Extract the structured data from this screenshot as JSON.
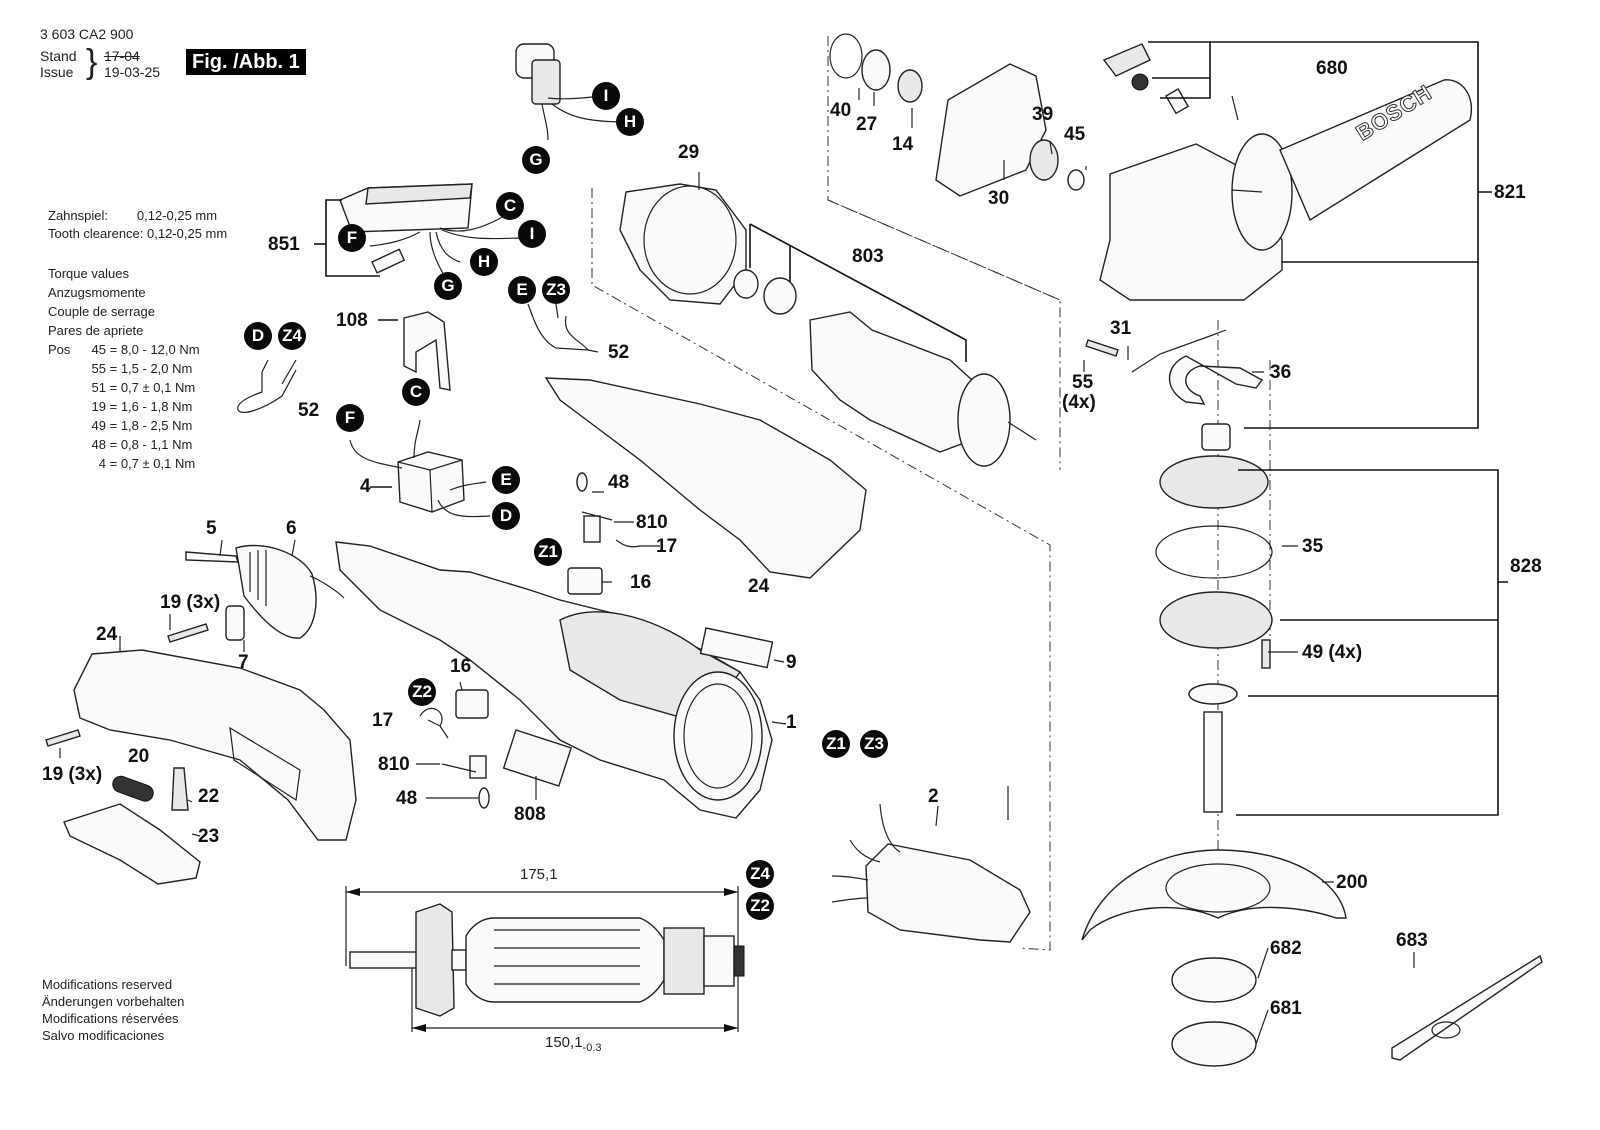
{
  "header": {
    "doc_number": "3 603 CA2 900",
    "stand_label": "Stand",
    "issue_label": "Issue",
    "stand_old_date": "17-04",
    "issue_date": "19-03-25",
    "figure_label": "Fig. /Abb. 1"
  },
  "notes": {
    "tooth_clearance_de": "Zahnspiel:        0,12-0,25 mm",
    "tooth_clearance_en": "Tooth clearence: 0,12-0,25 mm",
    "torque_titles": [
      "Torque values",
      "Anzugsmomente",
      "Couple de serrage",
      "Pares de apriete"
    ],
    "torque_prefix": "Pos",
    "torque_values": [
      {
        "pos": "45",
        "value": "8,0 - 12,0 Nm"
      },
      {
        "pos": "55",
        "value": "1,5 - 2,0 Nm"
      },
      {
        "pos": "51",
        "value": "0,7 ± 0,1 Nm"
      },
      {
        "pos": "19",
        "value": "1,6 - 1,8 Nm"
      },
      {
        "pos": "49",
        "value": "1,8 - 2,5 Nm"
      },
      {
        "pos": "48",
        "value": "0,8 - 1,1 Nm"
      },
      {
        "pos": "4",
        "value": "0,7 ± 0,1 Nm"
      }
    ],
    "modifications": [
      "Modifications reserved",
      "Änderungen vorbehalten",
      "Modifications réservées",
      "Salvo modificaciones"
    ]
  },
  "dimensions": {
    "armature_overall_length": "175,1",
    "armature_core_length": "150,1",
    "armature_core_tolerance": "-0.3"
  },
  "part_labels": {
    "p1": "1",
    "p2": "2",
    "p4": "4",
    "p5": "5",
    "p6": "6",
    "p7": "7",
    "p9": "9",
    "p14": "14",
    "p16a": "16",
    "p16b": "16",
    "p17a": "17",
    "p17b": "17",
    "p19a": "19 (3x)",
    "p19b": "19 (3x)",
    "p20": "20",
    "p22": "22",
    "p23": "23",
    "p24a": "24",
    "p24b": "24",
    "p27": "27",
    "p29": "29",
    "p30": "30",
    "p31": "31",
    "p35": "35",
    "p36": "36",
    "p39": "39",
    "p40": "40",
    "p45": "45",
    "p48a": "48",
    "p48b": "48",
    "p49": "49 (4x)",
    "p52a": "52",
    "p52b": "52",
    "p55": "55",
    "p55qty": "(4x)",
    "p108": "108",
    "p200": "200",
    "p680": "680",
    "p681": "681",
    "p682": "682",
    "p683": "683",
    "p803": "803",
    "p808": "808",
    "p810a": "810",
    "p810b": "810",
    "p821": "821",
    "p828": "828",
    "p851": "851"
  },
  "wire_connectors": {
    "sw_I": "I",
    "sw_H": "H",
    "sw_G": "G",
    "el_C": "C",
    "el_I": "I",
    "el_F": "F",
    "el_H": "H",
    "el_G": "G",
    "e52_E": "E",
    "e52_Z3": "Z3",
    "d52_D": "D",
    "d52_Z4": "Z4",
    "sw4_C": "C",
    "sw4_F": "F",
    "sw4_E": "E",
    "sw4_D": "D",
    "bh_Z1": "Z1",
    "bh_Z2": "Z2",
    "st_Z1": "Z1",
    "st_Z3": "Z3",
    "st_Z4": "Z4",
    "st_Z2": "Z2"
  },
  "brand_on_handle": "BOSCH"
}
